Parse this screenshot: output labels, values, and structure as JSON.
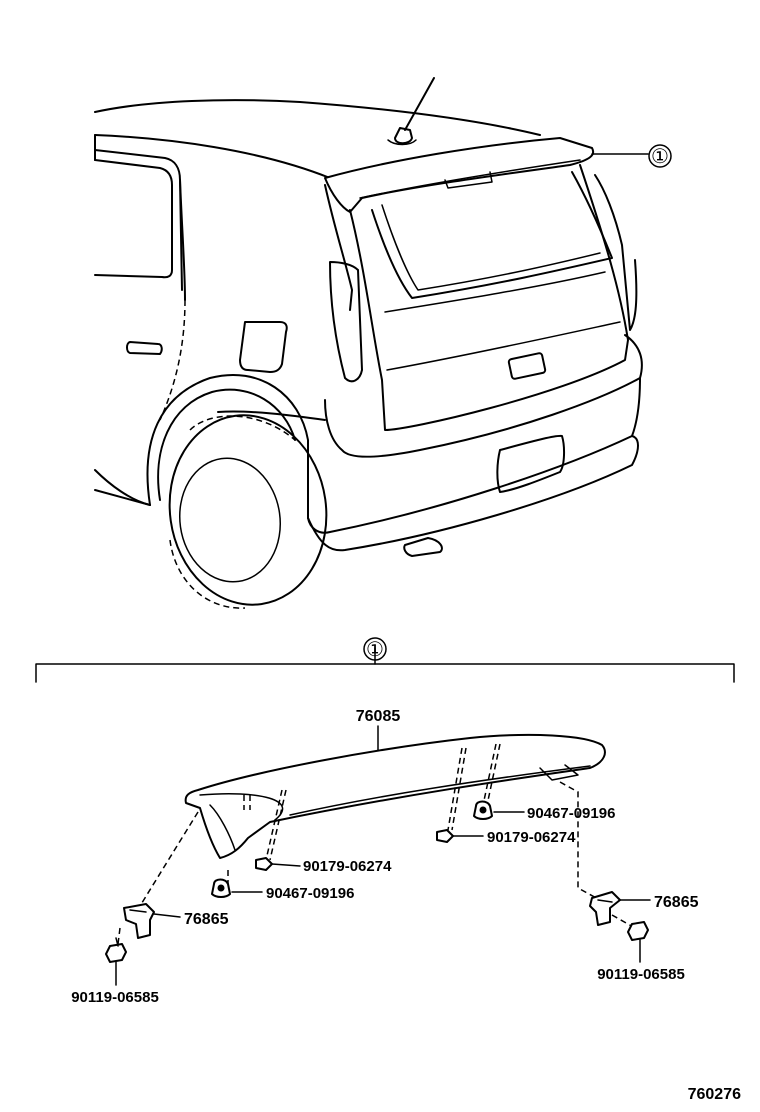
{
  "callout_top": "①",
  "group_callout": "①",
  "parts": {
    "spoiler": "76085",
    "clip_a": "90179-06274",
    "clip_b": "90467-09196",
    "clip_c": "90467-09196",
    "clip_d": "90179-06274",
    "bracket_left": "76865",
    "bracket_right": "76865",
    "screw_left": "90119-06585",
    "screw_right": "90119-06585"
  },
  "figure_number": "760276"
}
